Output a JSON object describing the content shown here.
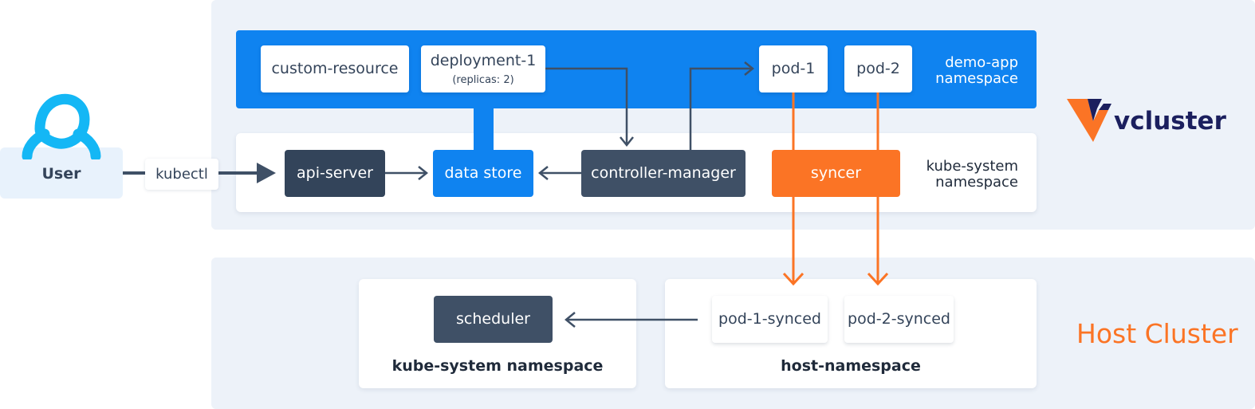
{
  "user": {
    "label": "User",
    "connector": "kubectl"
  },
  "vcluster_panel": {
    "demo_app_namespace": {
      "label_line1": "demo-app",
      "label_line2": "namespace",
      "custom_resource": "custom-resource",
      "deployment_name": "deployment-1",
      "deployment_sub": "(replicas: 2)",
      "pod1": "pod-1",
      "pod2": "pod-2"
    },
    "kube_system_namespace": {
      "label_line1": "kube-system",
      "label_line2": "namespace",
      "api_server": "api-server",
      "data_store": "data store",
      "controller_manager": "controller-manager",
      "syncer": "syncer"
    }
  },
  "logo": {
    "text": "vcluster"
  },
  "host_cluster": {
    "title": "Host Cluster",
    "kube_system_namespace": {
      "label": "kube-system namespace",
      "scheduler": "scheduler"
    },
    "host_namespace": {
      "label": "host-namespace",
      "pod1_synced": "pod-1-synced",
      "pod2_synced": "pod-2-synced"
    }
  },
  "colors": {
    "accent_blue": "#0f83f0",
    "syncer_orange": "#fb7425",
    "dark_slate": "#3f5066",
    "panel_bg": "#edf2f9",
    "user_icon": "#14b7f5",
    "logo_navy": "#1b1f5e"
  }
}
